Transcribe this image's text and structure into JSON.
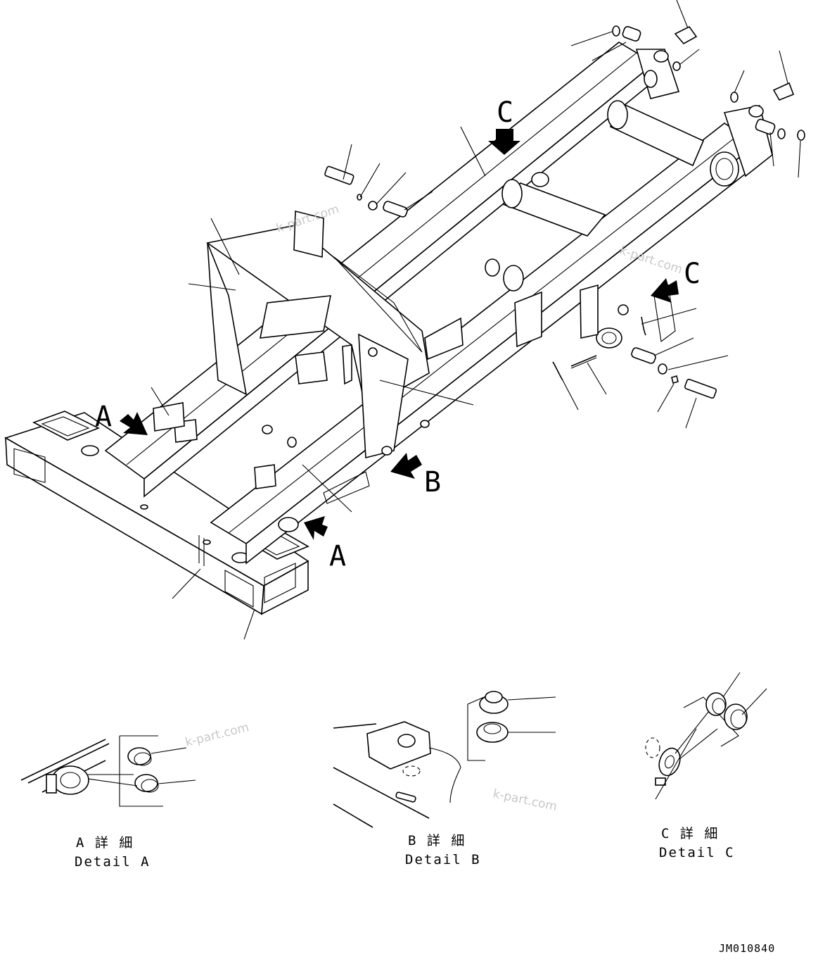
{
  "drawing": {
    "code": "JM010840",
    "watermarks": [
      "k-part.com",
      "k-part.com",
      "k-part.com",
      "k-part.com"
    ],
    "view_markers": {
      "a": "A",
      "b": "B",
      "c": "C"
    },
    "details": {
      "a": {
        "ja": "A 詳 細",
        "en": "Detail A"
      },
      "b": {
        "ja": "B 詳 細",
        "en": "Detail B"
      },
      "c": {
        "ja": "C 詳 細",
        "en": "Detail C"
      }
    }
  }
}
